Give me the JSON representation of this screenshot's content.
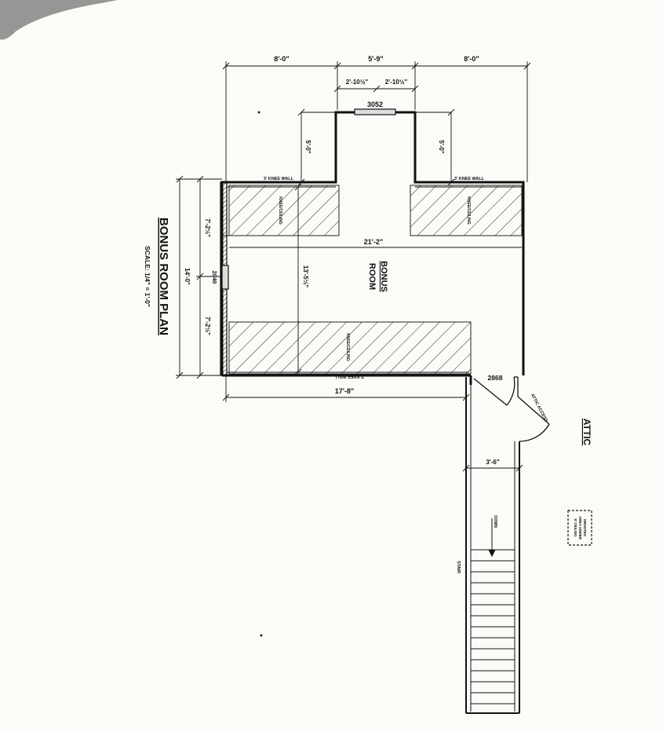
{
  "title": "BONUS ROOM PLAN",
  "scale": "SCALE: 1/4\" = 1'-0\"",
  "room_name": [
    "BONUS",
    "ROOM"
  ],
  "attic_label": "ATTIC",
  "attic_access": "ATTIC ACCESS",
  "stair_down": "DOWN",
  "dims": {
    "top_left": "8'-0\"",
    "top_center": "5'-9\"",
    "top_right": "8'-0\"",
    "dormer_half_left": "2'-10½\"",
    "dormer_half_right": "2'-10½\"",
    "dormer_depth_left": "5'-0\"",
    "dormer_depth_right": "5'-0\"",
    "room_length": "21'-2\"",
    "room_width": "13'-5½\"",
    "left_total": "14'-0\"",
    "left_upper": "7'-2½\"",
    "left_lower": "7'-2½\"",
    "bottom": "17'-8\"",
    "stair_width": "3'-6\""
  },
  "labels": {
    "window_top": "3052",
    "window_left": "2040",
    "door": "2868",
    "knee_wall_left": "3' KNEE WALL",
    "knee_wall_right": "3' KNEE WALL",
    "knee_wall_bottom": "3' KNEE WALL",
    "hatch_upper_left": "KNEE/CEILING",
    "hatch_upper_right": "KNEE/CEILING",
    "hatch_lower": "KNEE/CEILING",
    "stair_label": "STAIR",
    "legend": [
      "DENOTES",
      "AREA UNDER",
      "6' CEILING"
    ]
  }
}
